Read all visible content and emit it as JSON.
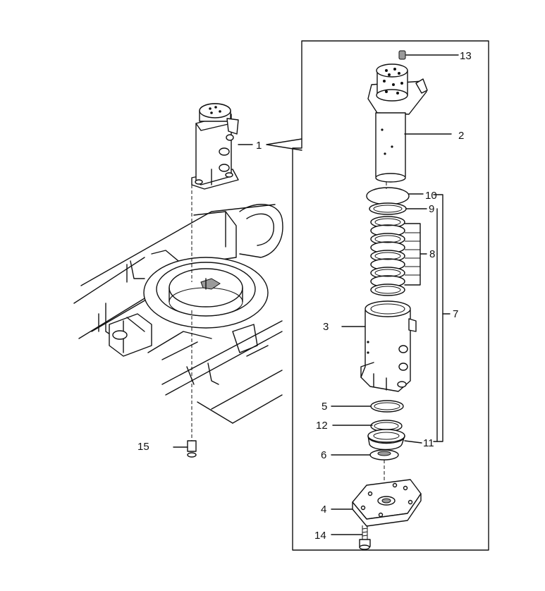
{
  "callouts": [
    {
      "id": "c1",
      "text": "1"
    },
    {
      "id": "c2",
      "text": "2"
    },
    {
      "id": "c3",
      "text": "3"
    },
    {
      "id": "c4",
      "text": "4"
    },
    {
      "id": "c5",
      "text": "5"
    },
    {
      "id": "c6",
      "text": "6"
    },
    {
      "id": "c7",
      "text": "7"
    },
    {
      "id": "c8",
      "text": "8"
    },
    {
      "id": "c9",
      "text": "9"
    },
    {
      "id": "c10",
      "text": "10"
    },
    {
      "id": "c11",
      "text": "11"
    },
    {
      "id": "c12",
      "text": "12"
    },
    {
      "id": "c13",
      "text": "13"
    },
    {
      "id": "c14",
      "text": "14"
    },
    {
      "id": "c15",
      "text": "15"
    }
  ],
  "colors": {
    "line": "#111111",
    "background": "#ffffff",
    "shade": "#9a9a9a"
  }
}
